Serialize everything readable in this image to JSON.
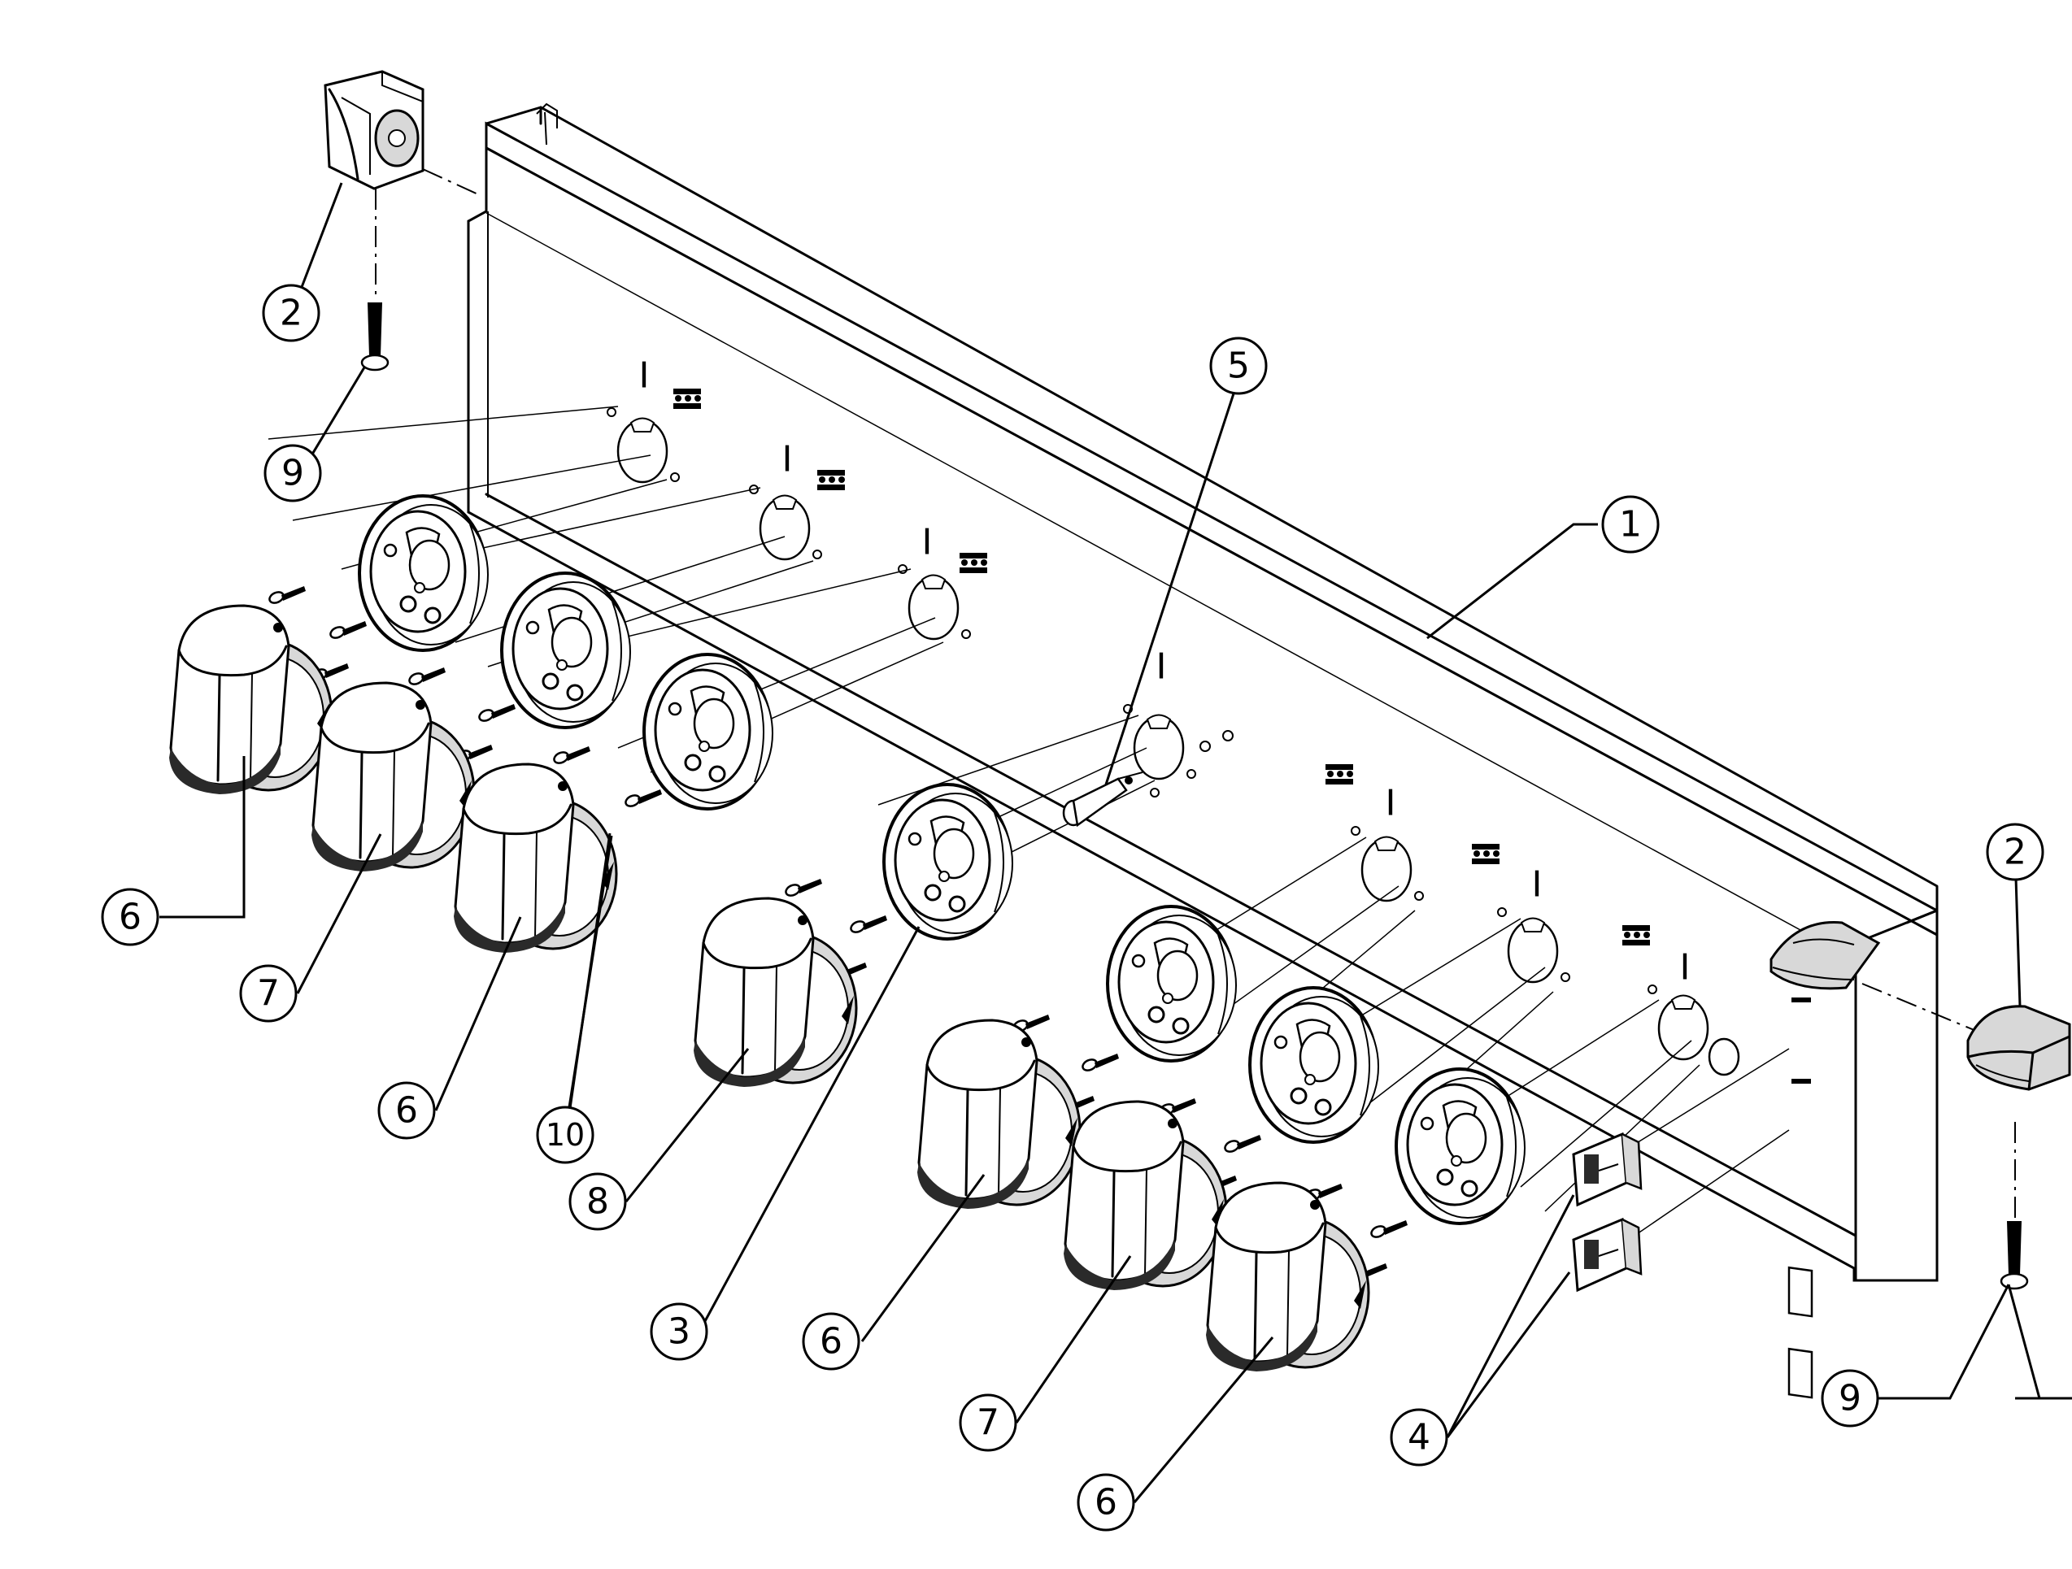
{
  "callouts": {
    "c1": "1",
    "c2a": "2",
    "c2b": "2",
    "c3": "3",
    "c4": "4",
    "c5": "5",
    "c6a": "6",
    "c6b": "6",
    "c6c": "6",
    "c6d": "6",
    "c7a": "7",
    "c7b": "7",
    "c8": "8",
    "c9a": "9",
    "c9b": "9",
    "c10": "10"
  },
  "panel_marks": {
    "burner_mark": "I"
  }
}
